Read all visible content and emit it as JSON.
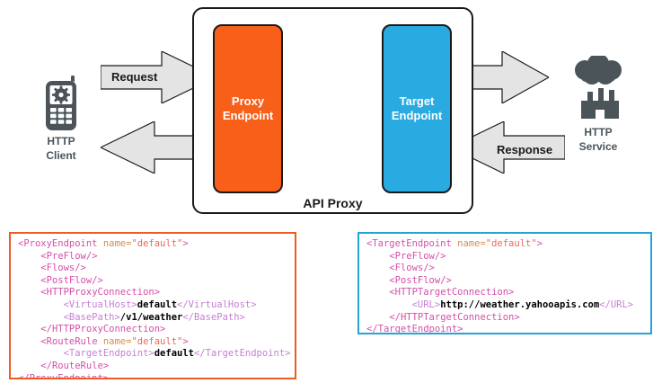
{
  "diagram": {
    "container_label": "API Proxy",
    "proxy_endpoint_label": "Proxy\nEndpoint",
    "target_endpoint_label": "Target\nEndpoint",
    "proxy_endpoint_color": "#f8601a",
    "target_endpoint_color": "#29abe2",
    "arrow_fill_color": "#e4e4e4",
    "client": {
      "icon": "mobile-phone-gear-icon",
      "label": "HTTP\nClient",
      "label_color": "#4a5459"
    },
    "service": {
      "icon": "factory-cloud-icon",
      "label": "HTTP\nService",
      "label_color": "#4a5459"
    },
    "arrows": {
      "request_label": "Request",
      "response_label": "Response"
    }
  },
  "code": {
    "proxy": {
      "border_color": "#f15a22",
      "lines": [
        [
          {
            "t": "tag",
            "s": "<ProxyEndpoint "
          },
          {
            "t": "attr",
            "s": "name="
          },
          {
            "t": "val",
            "s": "\"default\""
          },
          {
            "t": "tag",
            "s": ">"
          }
        ],
        [
          {
            "t": "plain",
            "s": "    "
          },
          {
            "t": "tag",
            "s": "<PreFlow/>"
          }
        ],
        [
          {
            "t": "plain",
            "s": "    "
          },
          {
            "t": "tag",
            "s": "<Flows/>"
          }
        ],
        [
          {
            "t": "plain",
            "s": "    "
          },
          {
            "t": "tag",
            "s": "<PostFlow/>"
          }
        ],
        [
          {
            "t": "plain",
            "s": "    "
          },
          {
            "t": "tag",
            "s": "<HTTPProxyConnection>"
          }
        ],
        [
          {
            "t": "plain",
            "s": "        "
          },
          {
            "t": "tag2",
            "s": "<VirtualHost>"
          },
          {
            "t": "text",
            "s": "default"
          },
          {
            "t": "tag2",
            "s": "</VirtualHost>"
          }
        ],
        [
          {
            "t": "plain",
            "s": "        "
          },
          {
            "t": "tag2",
            "s": "<BasePath>"
          },
          {
            "t": "text",
            "s": "/v1/weather"
          },
          {
            "t": "tag2",
            "s": "</BasePath>"
          }
        ],
        [
          {
            "t": "plain",
            "s": "    "
          },
          {
            "t": "tag",
            "s": "</HTTPProxyConnection>"
          }
        ],
        [
          {
            "t": "plain",
            "s": "    "
          },
          {
            "t": "tag",
            "s": "<RouteRule "
          },
          {
            "t": "attr",
            "s": "name="
          },
          {
            "t": "val",
            "s": "\"default\""
          },
          {
            "t": "tag",
            "s": ">"
          }
        ],
        [
          {
            "t": "plain",
            "s": "        "
          },
          {
            "t": "tag2",
            "s": "<TargetEndpoint>"
          },
          {
            "t": "text",
            "s": "default"
          },
          {
            "t": "tag2",
            "s": "</TargetEndpoint>"
          }
        ],
        [
          {
            "t": "plain",
            "s": "    "
          },
          {
            "t": "tag",
            "s": "</RouteRule>"
          }
        ],
        [
          {
            "t": "tag",
            "s": "</ProxyEndpoint>"
          }
        ]
      ]
    },
    "target": {
      "border_color": "#27a3d6",
      "lines": [
        [
          {
            "t": "tag",
            "s": "<TargetEndpoint "
          },
          {
            "t": "attr",
            "s": "name="
          },
          {
            "t": "val",
            "s": "\"default\""
          },
          {
            "t": "tag",
            "s": ">"
          }
        ],
        [
          {
            "t": "plain",
            "s": "    "
          },
          {
            "t": "tag",
            "s": "<PreFlow/>"
          }
        ],
        [
          {
            "t": "plain",
            "s": "    "
          },
          {
            "t": "tag",
            "s": "<Flows/>"
          }
        ],
        [
          {
            "t": "plain",
            "s": "    "
          },
          {
            "t": "tag",
            "s": "<PostFlow/>"
          }
        ],
        [
          {
            "t": "plain",
            "s": "    "
          },
          {
            "t": "tag",
            "s": "<HTTPTargetConnection>"
          }
        ],
        [
          {
            "t": "plain",
            "s": "        "
          },
          {
            "t": "tag2",
            "s": "<URL>"
          },
          {
            "t": "text",
            "s": "http://weather.yahooapis.com"
          },
          {
            "t": "tag2",
            "s": "</URL>"
          }
        ],
        [
          {
            "t": "plain",
            "s": "    "
          },
          {
            "t": "tag",
            "s": "</HTTPTargetConnection>"
          }
        ],
        [
          {
            "t": "tag",
            "s": "</TargetEndpoint>"
          }
        ]
      ]
    }
  }
}
